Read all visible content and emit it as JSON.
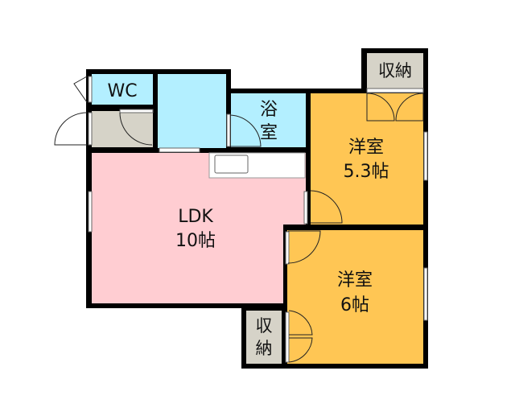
{
  "rooms": {
    "wc": {
      "label": "WC",
      "color": "#b3efff"
    },
    "entrance": {
      "color": "#d6d3c8"
    },
    "washroom": {
      "color": "#b3efff"
    },
    "bath": {
      "label_1": "浴",
      "label_2": "室",
      "color": "#b3efff"
    },
    "ldk": {
      "label": "LDK",
      "size": "10帖",
      "color": "#ffcdd2"
    },
    "western_room_1": {
      "label": "洋室",
      "size": "5.3帖",
      "color": "#ffc654"
    },
    "western_room_2": {
      "label": "洋室",
      "size": "6帖",
      "color": "#ffc654"
    },
    "storage_top": {
      "label": "収納",
      "color": "#d6d3c8"
    },
    "storage_bottom": {
      "label_1": "収",
      "label_2": "納",
      "color": "#d6d3c8"
    }
  },
  "wall_color": "#000000"
}
